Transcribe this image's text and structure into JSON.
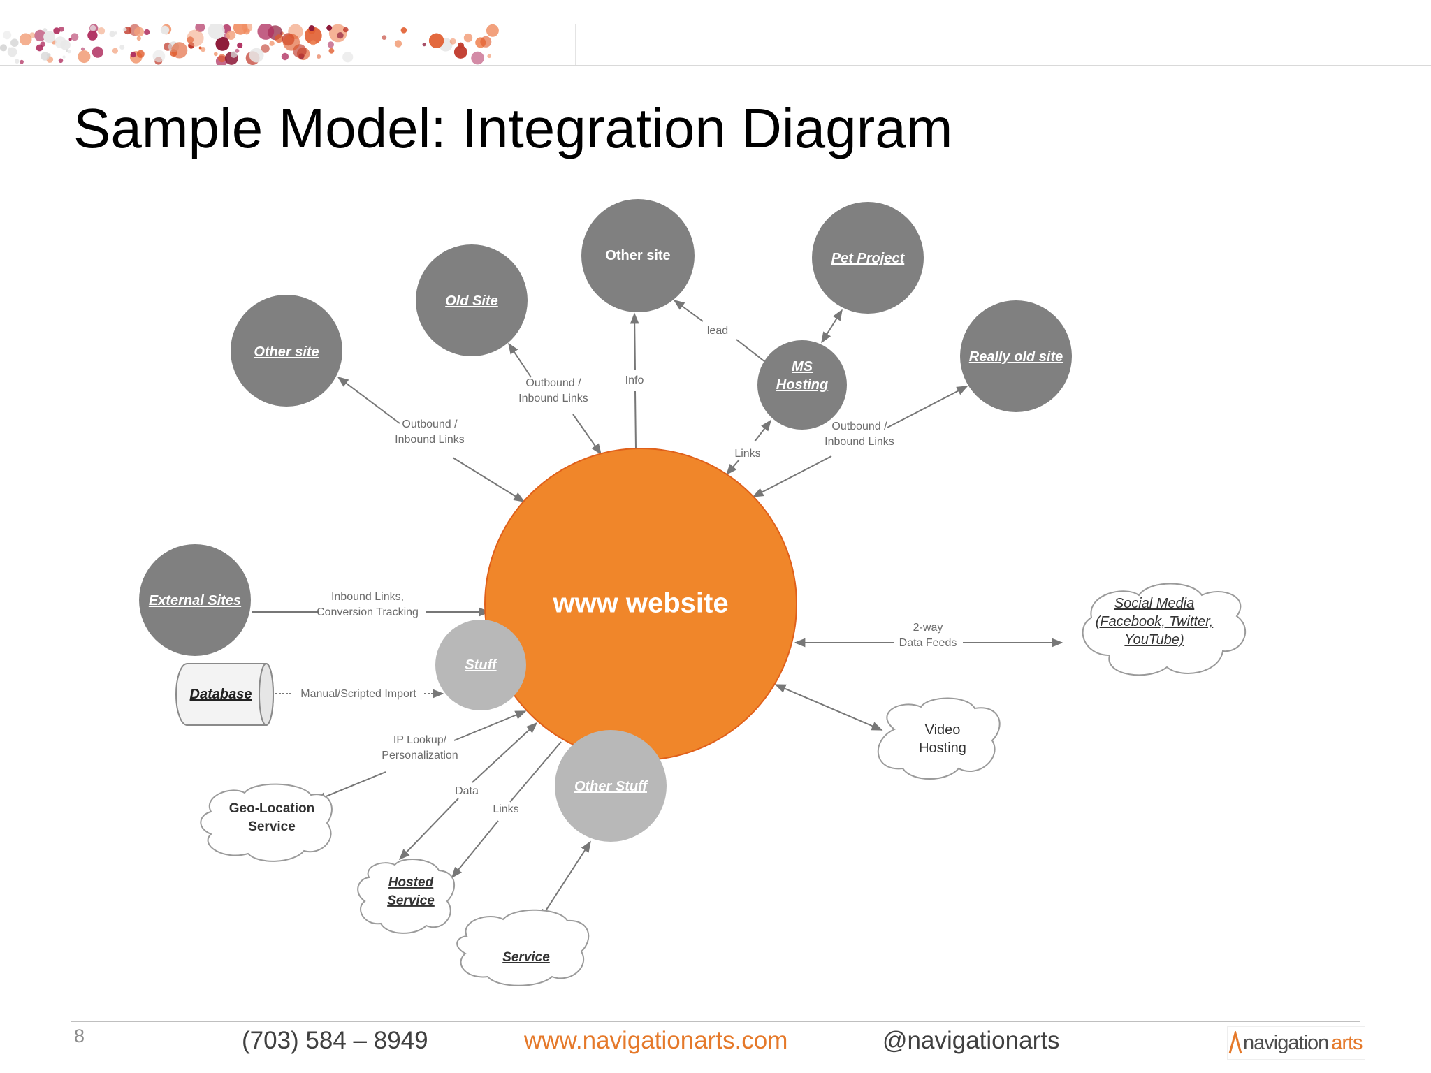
{
  "slide": {
    "title": "Sample Model: Integration Diagram",
    "page_number": "8"
  },
  "diagram": {
    "center": {
      "label": "www website",
      "color": "#f0862a"
    },
    "node_colors": {
      "dark": "#808080",
      "light": "#b8b8b8",
      "line": "#777777"
    },
    "nodes": {
      "other_site_left": {
        "lines": [
          "Other site"
        ],
        "link": true
      },
      "old_site": {
        "lines": [
          "Old Site"
        ],
        "link": true
      },
      "other_site_top": {
        "lines": [
          "Other site"
        ],
        "link": false
      },
      "pet_project": {
        "lines": [
          "Pet Project"
        ],
        "link": true
      },
      "ms_hosting": {
        "lines": [
          "MS",
          "Hosting"
        ],
        "link": true
      },
      "really_old_site": {
        "lines": [
          "Really old site"
        ],
        "link": true
      },
      "external_sites": {
        "lines": [
          "External Sites"
        ],
        "link": true
      },
      "stuff": {
        "lines": [
          "Stuff"
        ],
        "link": true
      },
      "other_stuff": {
        "lines": [
          "Other Stuff"
        ],
        "link": true
      },
      "database": {
        "lines": [
          "Database"
        ],
        "link": true
      }
    },
    "clouds": {
      "social_media": {
        "lines": [
          "Social Media",
          "(Facebook, Twitter,",
          "YouTube)"
        ],
        "link": true
      },
      "video_hosting": {
        "lines": [
          "Video",
          "Hosting"
        ],
        "link": false
      },
      "geo_location": {
        "lines": [
          "Geo-Location",
          "Service"
        ],
        "link": false
      },
      "hosted_service": {
        "lines": [
          "Hosted",
          "Service"
        ],
        "link": true
      },
      "service": {
        "lines": [
          "Service"
        ],
        "link": true
      }
    },
    "connections": {
      "other_site_left": [
        "Outbound /",
        "Inbound Links"
      ],
      "old_site": [
        "Outbound /",
        "Inbound Links"
      ],
      "other_site_top": [
        "Info"
      ],
      "ms_to_other": [
        "lead"
      ],
      "ms_hosting": [
        "Links"
      ],
      "really_old_site": [
        "Outbound /",
        "Inbound Links"
      ],
      "external_sites": [
        "Inbound Links,",
        "Conversion Tracking"
      ],
      "database": [
        "Manual/Scripted Import"
      ],
      "social_media": [
        "2-way",
        "Data Feeds"
      ],
      "geo_location": [
        "IP Lookup/",
        "Personalization"
      ],
      "hosted_data": [
        "Data"
      ],
      "hosted_links": [
        "Links"
      ]
    }
  },
  "footer": {
    "phone": "(703) 584 – 8949",
    "url": "www.navigationarts.com",
    "twitter": "@navigationarts",
    "logo_word1": "navigation",
    "logo_word2": "arts",
    "accent_color": "#e5792a"
  }
}
